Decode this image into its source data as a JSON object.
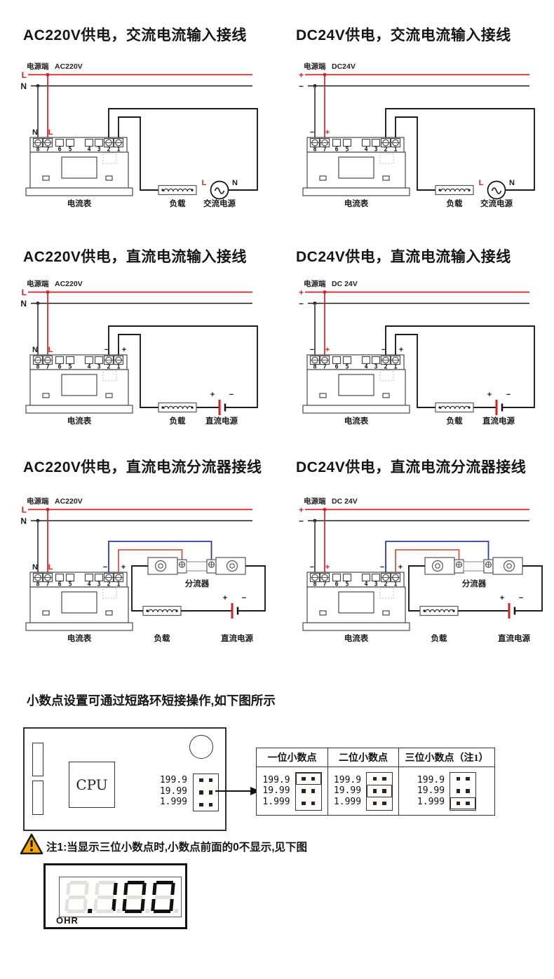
{
  "colors": {
    "power_live": "#d42023",
    "power_neutral": "#1a1a1a",
    "sense_wire_negative": "#2b3bbf",
    "sense_wire_positive": "#d2574a",
    "warning": "#f7a600",
    "jumper_pin": "#342218",
    "segment_lit": "#16100c",
    "segment_ghost": "#e4e0da"
  },
  "meter": {
    "terminals": [
      "8",
      "7",
      "6",
      "5",
      "4",
      "3",
      "2",
      "1"
    ]
  },
  "diagrams": [
    {
      "title": "AC220V供电，交流电流输入接线",
      "power_label": "电源端",
      "power_value": "AC220V",
      "bus_top": "L",
      "bus_bottom": "N",
      "term8": "N",
      "term7": "L",
      "meter_label": "电流表",
      "load_label": "负载",
      "source_label": "交流电源",
      "source_live": "L",
      "source_neutral": "N"
    },
    {
      "title": "DC24V供电，交流电流输入接线",
      "power_label": "电源端",
      "power_value": "DC24V",
      "bus_top": "+",
      "bus_bottom": "−",
      "term8": "−",
      "term7": "+",
      "meter_label": "电流表",
      "load_label": "负载",
      "source_label": "交流电源",
      "source_live": "L",
      "source_neutral": "N"
    },
    {
      "title": "AC220V供电，直流电流输入接线",
      "power_label": "电源端",
      "power_value": "AC220V",
      "bus_top": "L",
      "bus_bottom": "N",
      "term8": "N",
      "term7": "L",
      "input_neg": "−",
      "input_pos": "+",
      "meter_label": "电流表",
      "load_label": "负载",
      "source_label": "直流电源",
      "bat_plus": "+",
      "bat_minus": "−"
    },
    {
      "title": "DC24V供电，直流电流输入接线",
      "power_label": "电源端",
      "power_value": "DC 24V",
      "bus_top": "+",
      "bus_bottom": "−",
      "term8": "−",
      "term7": "+",
      "input_neg": "−",
      "input_pos": "+",
      "meter_label": "电流表",
      "load_label": "负载",
      "source_label": "直流电源",
      "bat_plus": "+",
      "bat_minus": "−"
    },
    {
      "title": "AC220V供电，直流电流分流器接线",
      "power_label": "电源端",
      "power_value": "AC220V",
      "bus_top": "L",
      "bus_bottom": "N",
      "term8": "N",
      "term7": "L",
      "input_neg": "−",
      "input_pos": "+",
      "meter_label": "电流表",
      "load_label": "负载",
      "shunt_label": "分流器",
      "source_label": "直流电源",
      "bat_plus": "+",
      "bat_minus": "−"
    },
    {
      "title": "DC24V供电，直流电流分流器接线",
      "power_label": "电源端",
      "power_value": "DC 24V",
      "bus_top": "+",
      "bus_bottom": "−",
      "term8": "−",
      "term7": "+",
      "input_neg": "−",
      "input_pos": "+",
      "meter_label": "电流表",
      "load_label": "负载",
      "shunt_label": "分流器",
      "source_label": "直流电源",
      "bat_plus": "+",
      "bat_minus": "−"
    }
  ],
  "decimal": {
    "heading": "小数点设置可通过短路环短接操作,如下图所示",
    "cpu_label": "CPU",
    "values": [
      "199.9",
      "19.99",
      "1.999"
    ],
    "table_headers": [
      "一位小数点",
      "二位小数点",
      "三位小数点（注1）"
    ],
    "note": "注1:当显示三位小数点时,小数点前面的0不显示,见下图",
    "display": {
      "value": ".100",
      "digits": [
        "off",
        "1",
        "0",
        "0"
      ],
      "dp_after_index": 0,
      "brand": "OHR"
    }
  }
}
